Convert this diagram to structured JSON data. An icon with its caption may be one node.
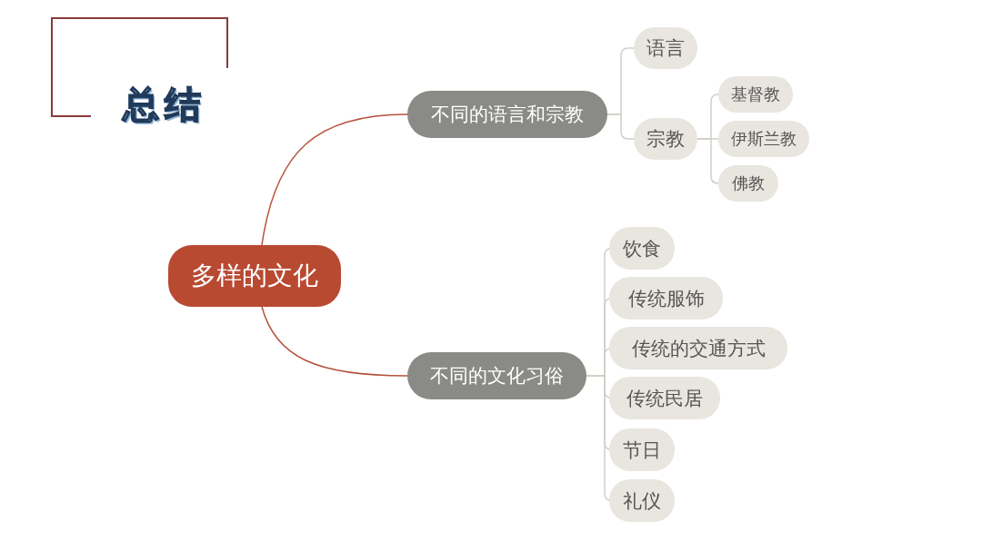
{
  "diagram": {
    "title": "总结",
    "nodes": [
      {
        "text": [
          "多样的文化"
        ]
      },
      {
        "text": [
          "不同的语言和宗教"
        ]
      },
      {
        "text": [
          "语言"
        ]
      },
      {
        "text": [
          "宗教"
        ]
      },
      {
        "text": [
          "基督教"
        ]
      },
      {
        "text": [
          "伊斯兰教"
        ]
      },
      {
        "text": [
          "佛教"
        ]
      },
      {
        "text": [
          "不同的文化习俗"
        ]
      },
      {
        "text": [
          "饮食"
        ]
      },
      {
        "text": [
          "传统服饰"
        ]
      },
      {
        "text": [
          "传统的交通方式"
        ]
      },
      {
        "text": [
          "传统民居"
        ]
      },
      {
        "text": [
          "节日"
        ]
      },
      {
        "text": [
          "礼仪"
        ]
      }
    ],
    "edges": [
      {
        "from": 0,
        "to": 1,
        "arrow": "none",
        "color": "#b5533c"
      },
      {
        "from": 1,
        "to": 2,
        "arrow": "none"
      },
      {
        "from": 1,
        "to": 3,
        "arrow": "none"
      },
      {
        "from": 3,
        "to": 4,
        "arrow": "none"
      },
      {
        "from": 3,
        "to": 5,
        "arrow": "none"
      },
      {
        "from": 3,
        "to": 6,
        "arrow": "none"
      },
      {
        "from": 0,
        "to": 7,
        "arrow": "none",
        "color": "#b5533c"
      },
      {
        "from": 7,
        "to": 8,
        "arrow": "none"
      },
      {
        "from": 7,
        "to": 9,
        "arrow": "none"
      },
      {
        "from": 7,
        "to": 10,
        "arrow": "none"
      },
      {
        "from": 7,
        "to": 11,
        "arrow": "none"
      },
      {
        "from": 7,
        "to": 12,
        "arrow": "none"
      },
      {
        "from": 7,
        "to": 13,
        "arrow": "none"
      }
    ]
  }
}
